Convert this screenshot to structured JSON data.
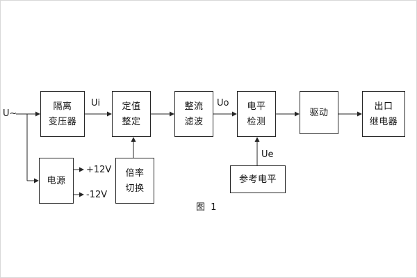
{
  "diagram": {
    "caption": "图 1",
    "input": "U~",
    "signals": {
      "ui": "Ui",
      "uo": "Uo",
      "ue": "Ue"
    },
    "power_rails": {
      "pos": "+12V",
      "neg": "-12V"
    },
    "blocks": {
      "isolation_transformer": [
        "隔离",
        "变压器"
      ],
      "value_setting": [
        "定值",
        "整定"
      ],
      "rectify_filter": [
        "整流",
        "滤波"
      ],
      "level_detect": [
        "电平",
        "检测"
      ],
      "drive": "驱动",
      "output_relay": [
        "出口",
        "继电器"
      ],
      "power": "电源",
      "ratio_switch": [
        "倍率",
        "切换"
      ],
      "reference_level": "参考电平"
    }
  }
}
